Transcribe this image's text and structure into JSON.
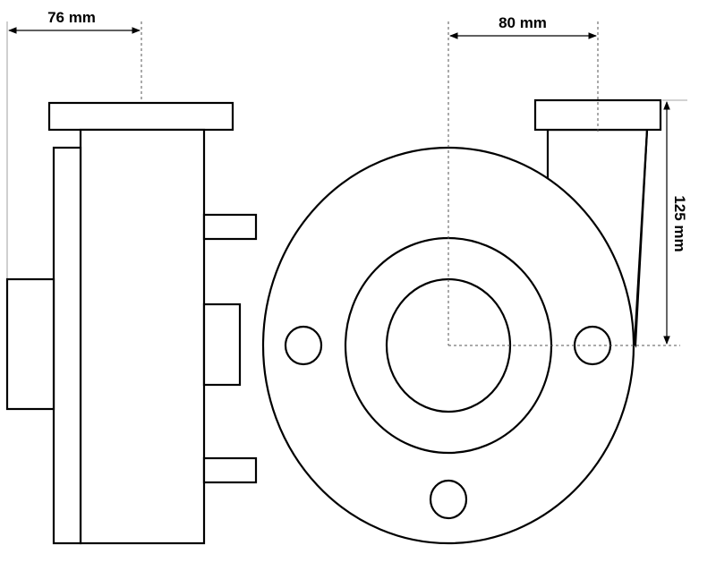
{
  "dimensions": {
    "side_width": "76 mm",
    "front_offset": "80 mm",
    "front_height": "125 mm"
  },
  "colors": {
    "line": "#000000",
    "background": "#ffffff"
  }
}
